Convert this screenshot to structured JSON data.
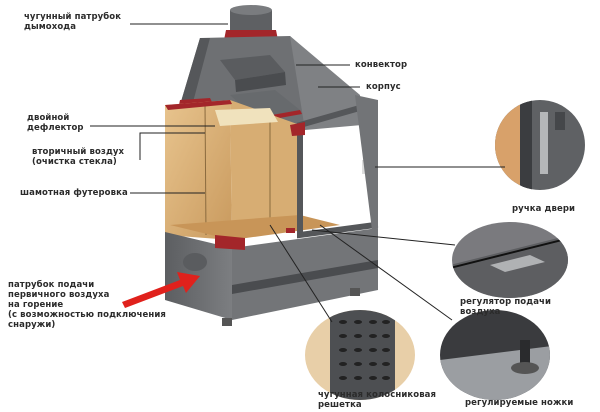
{
  "diagram": {
    "title": "Устройство каминной топки",
    "labels": {
      "flue_pipe": "чугунный патрубок\nдымохода",
      "convector": "конвектор",
      "body": "корпус",
      "double_deflector": "двойной\nдефлектор",
      "secondary_air": "вторичный воздух\n(очистка стекла)",
      "fireclay_lining": "шамотная футеровка",
      "primary_air_inlet": "патрубок подачи\nпервичного воздуха\nна горение\n(с возможностью подключения\nснаружи)",
      "door_handle": "ручка двери",
      "air_regulator": "регулятор подачи\nвоздуха",
      "cast_iron_grate": "чугунная колосниковая\nрешетка",
      "adjustable_legs": "регулируемые ножки"
    },
    "colors": {
      "metal": "#6b6d70",
      "metal_dark": "#4a4c4f",
      "lining": "#d9b27a",
      "cut_edge": "#a3262a",
      "arrow": "#e0211c",
      "leader": "#222222"
    }
  }
}
